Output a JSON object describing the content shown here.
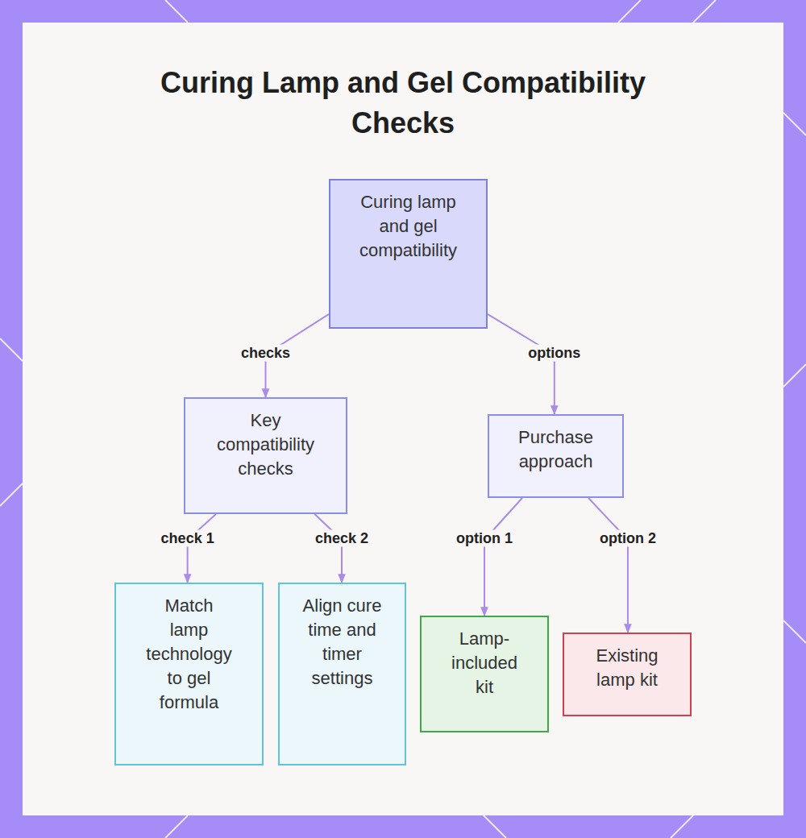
{
  "diagram": {
    "title": "Curing Lamp and Gel Compatibility Checks",
    "nodes": [
      {
        "text": [
          "Curing lamp and gel compatibility"
        ]
      },
      {
        "text": [
          "Key compatibility checks"
        ]
      },
      {
        "text": [
          "Purchase approach"
        ]
      },
      {
        "text": [
          "Match lamp technology to gel formula"
        ]
      },
      {
        "text": [
          "Align cure time and timer settings"
        ]
      },
      {
        "text": [
          "Lamp-included kit"
        ]
      },
      {
        "text": [
          "Existing lamp kit"
        ]
      }
    ],
    "edges": [
      {
        "from": 0,
        "to": 1,
        "label": "checks",
        "arrow": "to"
      },
      {
        "from": 0,
        "to": 2,
        "label": "options",
        "arrow": "to"
      },
      {
        "from": 1,
        "to": 3,
        "label": "check 1",
        "arrow": "to"
      },
      {
        "from": 1,
        "to": 4,
        "label": "check 2",
        "arrow": "to"
      },
      {
        "from": 2,
        "to": 5,
        "label": "option 1",
        "arrow": "to"
      },
      {
        "from": 2,
        "to": 6,
        "label": "option 2",
        "arrow": "to"
      }
    ]
  }
}
